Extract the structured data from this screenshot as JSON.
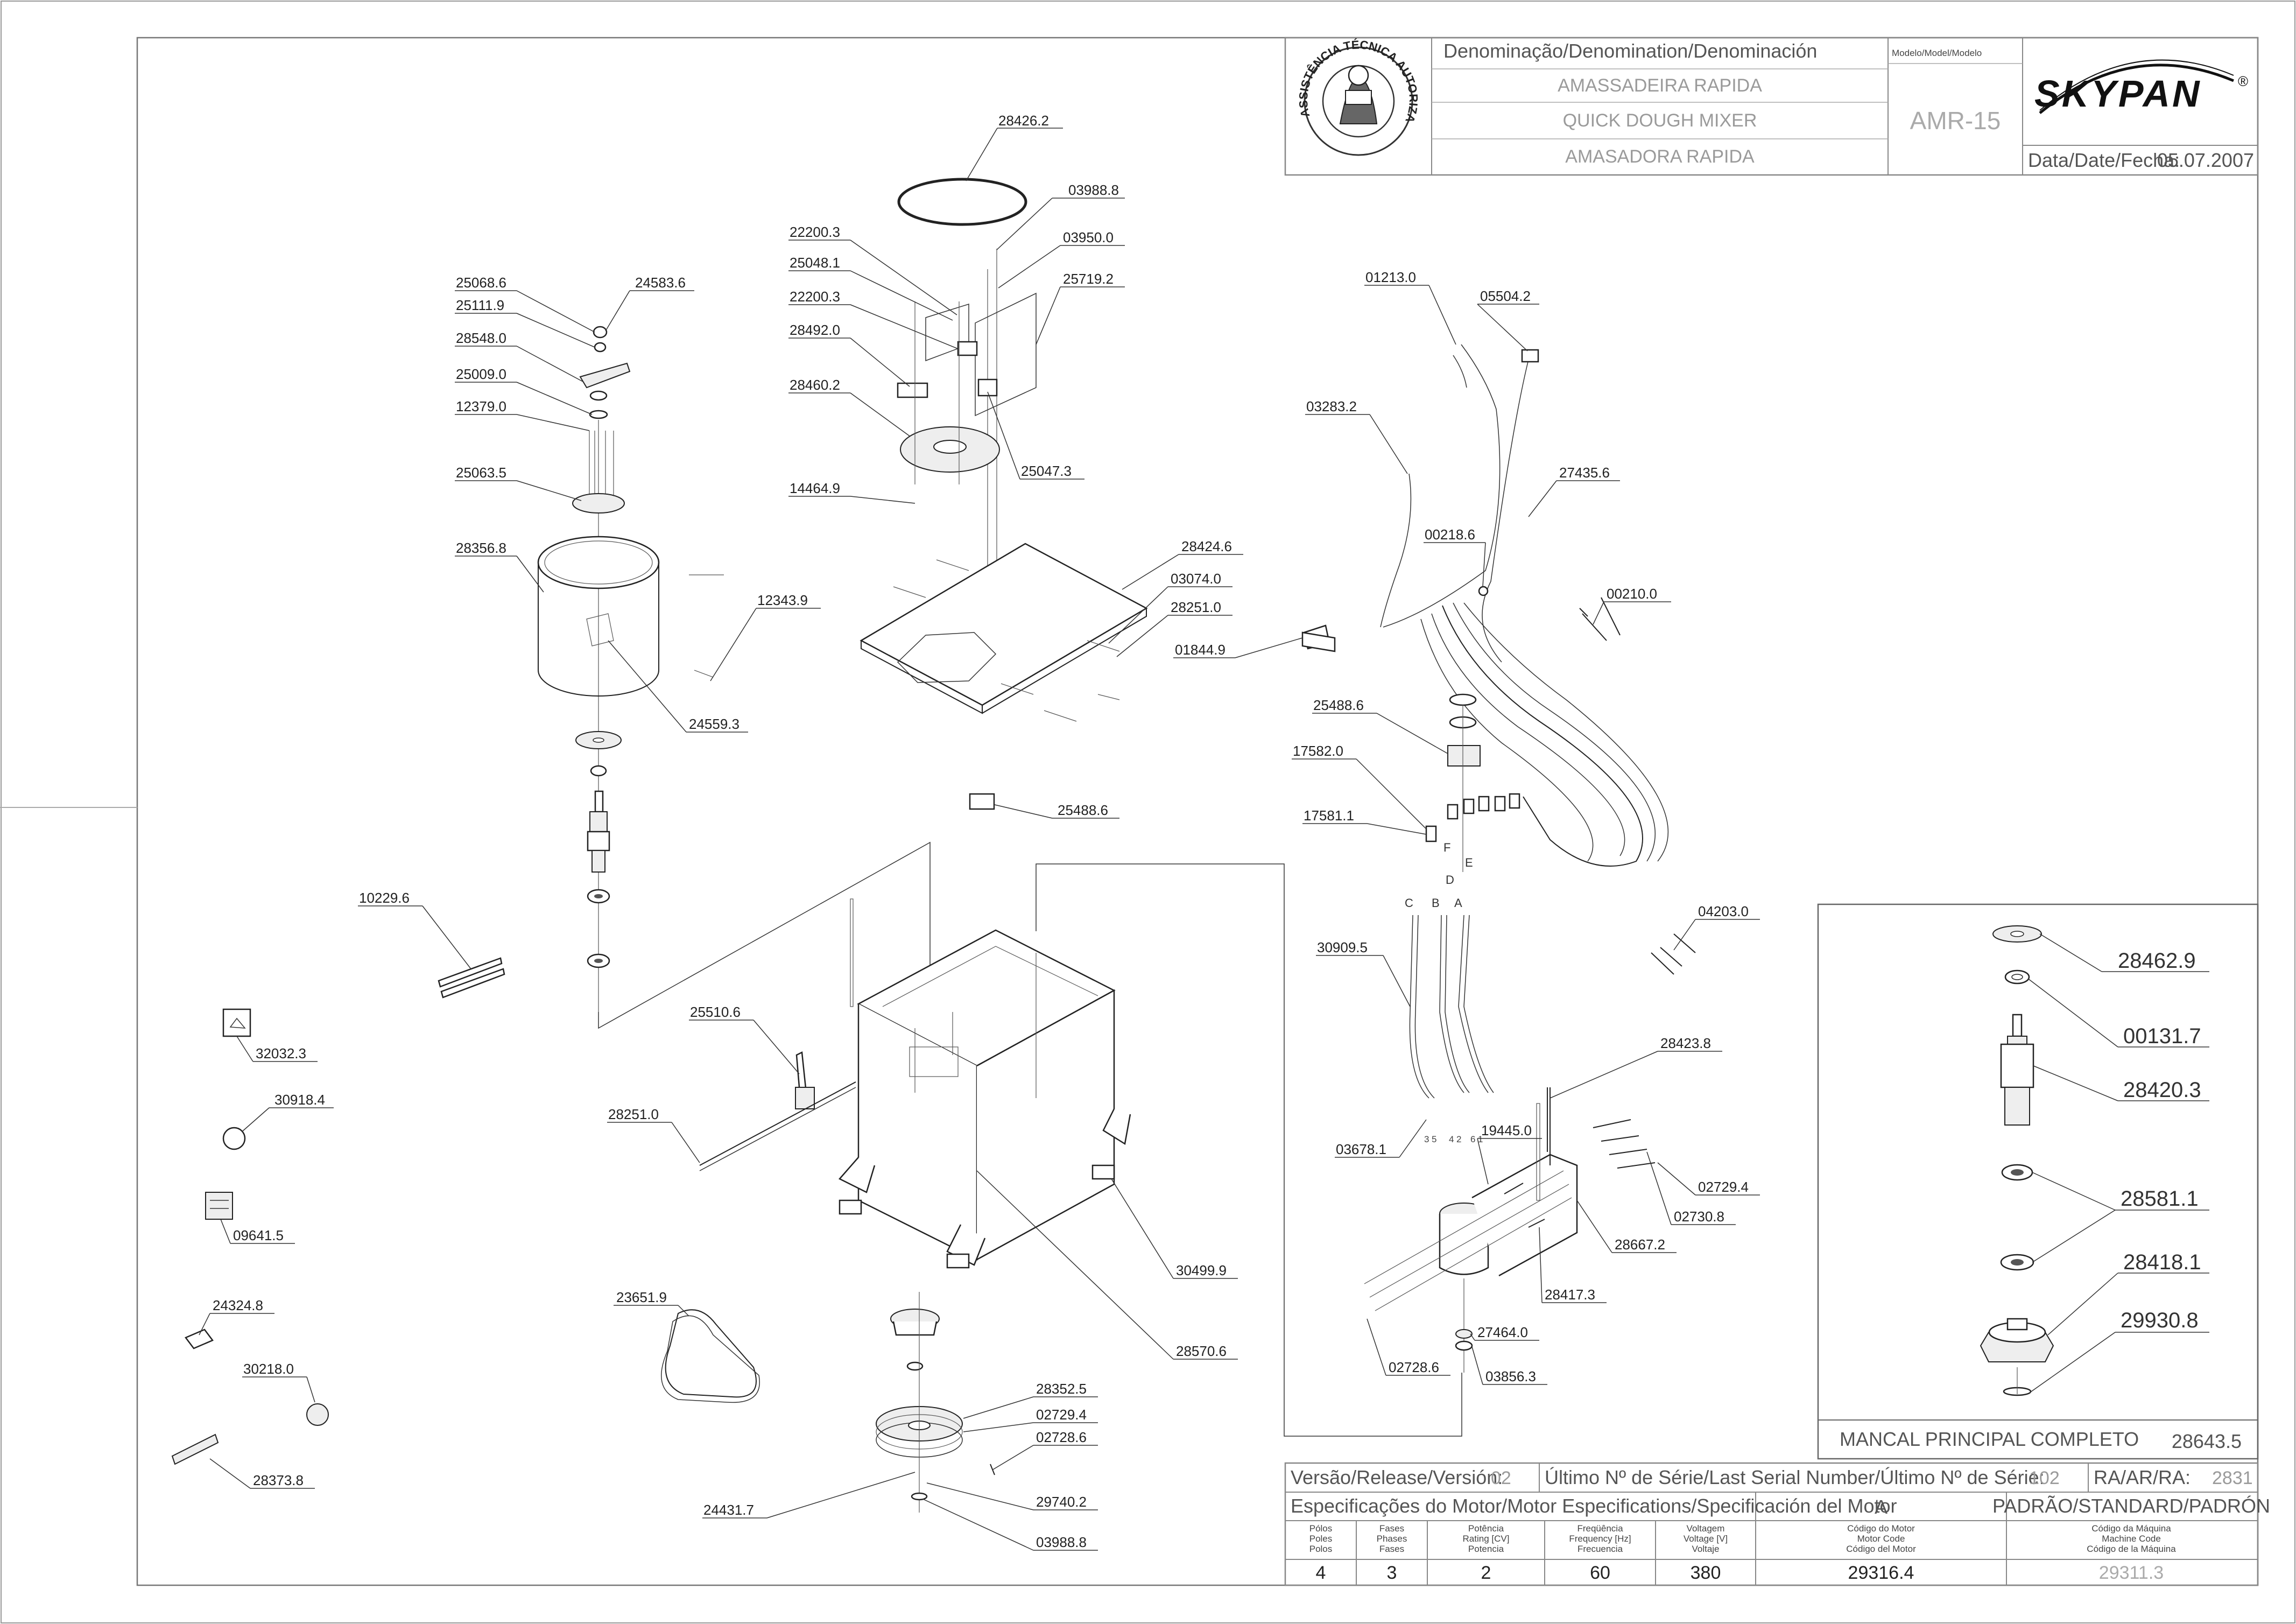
{
  "title_block": {
    "denomination_header": "Denominação/Denomination/Denominación",
    "model_header": "Modelo/Model/Modelo",
    "name_pt": "AMASSADEIRA RAPIDA",
    "name_en": "QUICK DOUGH MIXER",
    "name_es": "AMASADORA RAPIDA",
    "model": "AMR-15",
    "brand": "SKYPAN",
    "brand_mark": "®",
    "date_label": "Data/Date/Fecha:",
    "date_value": "05.07.2007",
    "logo_text": "ASSISTÊNCIA TÉCNICA AUTORIZADA"
  },
  "spec_block": {
    "release_label": "Versão/Release/Versión:",
    "release_value": "02",
    "serial_label": "Último Nº de Série/Last Serial Number/Último Nº de Série:",
    "serial_value": "102",
    "ra_label": "RA/AR/RA:",
    "ra_value": "2831",
    "motor_spec_label": "Especificações do Motor/Motor Especifications/Specificación del Motor",
    "variant_code": "A",
    "standard_label": "PADRÃO/STANDARD/PADRÓN",
    "columns": [
      {
        "h1": "Pólos",
        "h2": "Poles",
        "h3": "Polos",
        "value": "4"
      },
      {
        "h1": "Fases",
        "h2": "Phases",
        "h3": "Fases",
        "value": "3"
      },
      {
        "h1": "Potência",
        "h2": "Rating [CV]",
        "h3": "Potencia",
        "value": "2"
      },
      {
        "h1": "Freqüência",
        "h2": "Frequency [Hz]",
        "h3": "Frecuencia",
        "value": "60"
      },
      {
        "h1": "Voltagem",
        "h2": "Voltage [V]",
        "h3": "Voltaje",
        "value": "380"
      },
      {
        "h1": "Código do Motor",
        "h2": "Motor Code",
        "h3": "Código del Motor",
        "value": "29316.4"
      },
      {
        "h1": "Código da Máquina",
        "h2": "Machine Code",
        "h3": "Código de la Máquina",
        "value": "29311.3"
      }
    ]
  },
  "detail_box": {
    "title": "MANCAL PRINCIPAL COMPLETO",
    "code": "28643.5",
    "parts": [
      "28462.9",
      "00131.7",
      "28420.3",
      "28581.1",
      "28418.1",
      "29930.8"
    ]
  },
  "wire_letters": [
    "A",
    "B",
    "C",
    "D",
    "E",
    "F"
  ],
  "terminal_numbers": [
    "3",
    "5",
    "4",
    "2",
    "6",
    "1"
  ],
  "part_labels": [
    "28426.2",
    "03988.8",
    "22200.3",
    "03950.0",
    "25048.1",
    "25719.2",
    "22200.3",
    "28492.0",
    "28460.2",
    "25047.3",
    "14464.9",
    "25068.6",
    "24583.6",
    "25111.9",
    "28548.0",
    "25009.0",
    "12379.0",
    "25063.5",
    "28356.8",
    "12343.9",
    "24559.3",
    "28424.6",
    "03074.0",
    "28251.0",
    "01844.9",
    "25488.6",
    "01213.0",
    "05504.2",
    "03283.2",
    "27435.6",
    "00218.6",
    "00210.0",
    "25488.6",
    "17582.0",
    "17581.1",
    "10229.6",
    "04203.0",
    "30909.5",
    "28423.8",
    "25510.6",
    "28251.0",
    "32032.3",
    "30918.4",
    "03678.1",
    "19445.0",
    "02729.4",
    "02730.8",
    "28667.2",
    "28417.3",
    "09641.5",
    "30499.9",
    "23651.9",
    "28570.6",
    "24324.8",
    "30218.0",
    "27464.0",
    "03856.3",
    "02728.6",
    "28352.5",
    "02729.4",
    "02728.6",
    "28373.8",
    "24431.7",
    "29740.2",
    "03988.8"
  ]
}
